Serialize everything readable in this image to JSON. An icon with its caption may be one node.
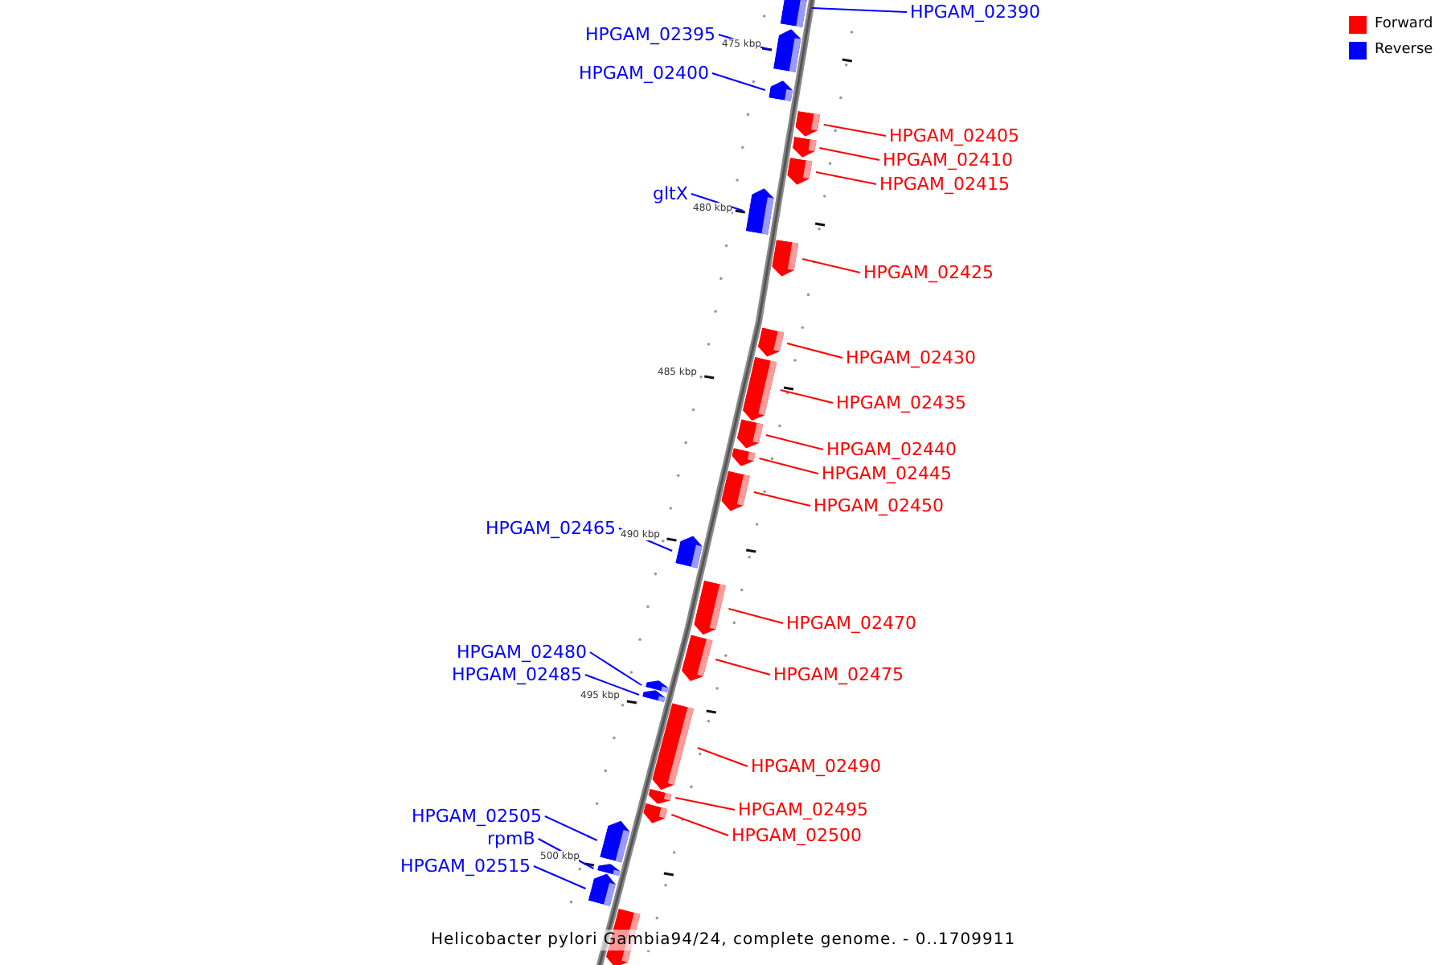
{
  "diagram": {
    "caption": "Helicobacter pylori Gambia94/24, complete genome. - 0..1709911",
    "nodes": [
      {
        "text": [
          "HPGAM_02390"
        ]
      },
      {
        "text": [],
        "shape": "bar"
      },
      {
        "text": [
          "HPGAM_02395"
        ]
      },
      {
        "text": [],
        "shape": "bar"
      },
      {
        "text": [
          "HPGAM_02400"
        ]
      },
      {
        "text": [],
        "shape": "bar"
      },
      {
        "text": [
          "HPGAM_02405"
        ]
      },
      {
        "text": [],
        "shape": "bar"
      },
      {
        "text": [
          "HPGAM_02410"
        ]
      },
      {
        "text": [],
        "shape": "bar"
      },
      {
        "text": [
          "HPGAM_02415"
        ]
      },
      {
        "text": [],
        "shape": "bar"
      },
      {
        "text": [
          "gltX"
        ]
      },
      {
        "text": [],
        "shape": "bar"
      },
      {
        "text": [
          "HPGAM_02425"
        ]
      },
      {
        "text": [],
        "shape": "bar"
      },
      {
        "text": [
          "HPGAM_02430"
        ]
      },
      {
        "text": [],
        "shape": "bar"
      },
      {
        "text": [
          "HPGAM_02435"
        ]
      },
      {
        "text": [],
        "shape": "bar"
      },
      {
        "text": [
          "HPGAM_02440"
        ]
      },
      {
        "text": [],
        "shape": "bar"
      },
      {
        "text": [
          "HPGAM_02445"
        ]
      },
      {
        "text": [],
        "shape": "bar"
      },
      {
        "text": [
          "HPGAM_02450"
        ]
      },
      {
        "text": [],
        "shape": "bar"
      },
      {
        "text": [
          "HPGAM_02465"
        ]
      },
      {
        "text": [],
        "shape": "bar"
      },
      {
        "text": [
          "HPGAM_02470"
        ]
      },
      {
        "text": [],
        "shape": "bar"
      },
      {
        "text": [
          "HPGAM_02475"
        ]
      },
      {
        "text": [],
        "shape": "bar"
      },
      {
        "text": [
          "HPGAM_02480"
        ]
      },
      {
        "text": [],
        "shape": "bar"
      },
      {
        "text": [
          "HPGAM_02485"
        ]
      },
      {
        "text": [],
        "shape": "bar"
      },
      {
        "text": [
          "HPGAM_02490"
        ]
      },
      {
        "text": [],
        "shape": "bar"
      },
      {
        "text": [
          "HPGAM_02495"
        ]
      },
      {
        "text": [],
        "shape": "bar"
      },
      {
        "text": [
          "HPGAM_02500"
        ]
      },
      {
        "text": [],
        "shape": "bar"
      },
      {
        "text": [
          "HPGAM_02505"
        ]
      },
      {
        "text": [],
        "shape": "bar"
      },
      {
        "text": [
          "rpmB"
        ]
      },
      {
        "text": [],
        "shape": "bar"
      },
      {
        "text": [
          "HPGAM_02515"
        ]
      },
      {
        "text": [],
        "shape": "bar"
      },
      {
        "text": [],
        "shape": "bar"
      }
    ],
    "edges": [
      {
        "from": 0,
        "to": 1,
        "arrow": "none",
        "color": "#0000ff"
      },
      {
        "from": 2,
        "to": 3,
        "arrow": "none",
        "color": "#0000ff"
      },
      {
        "from": 4,
        "to": 5,
        "arrow": "none",
        "color": "#0000ff"
      },
      {
        "from": 6,
        "to": 7,
        "arrow": "none"
      },
      {
        "from": 8,
        "to": 9,
        "arrow": "none"
      },
      {
        "from": 10,
        "to": 11,
        "arrow": "none"
      },
      {
        "from": 12,
        "to": 13,
        "arrow": "none",
        "color": "#0000ff"
      },
      {
        "from": 14,
        "to": 15,
        "arrow": "none"
      },
      {
        "from": 16,
        "to": 17,
        "arrow": "none"
      },
      {
        "from": 18,
        "to": 19,
        "arrow": "none"
      },
      {
        "from": 20,
        "to": 21,
        "arrow": "none"
      },
      {
        "from": 22,
        "to": 23,
        "arrow": "none"
      },
      {
        "from": 24,
        "to": 25,
        "arrow": "none"
      },
      {
        "from": 26,
        "to": 27,
        "arrow": "none",
        "color": "#0000ff"
      },
      {
        "from": 28,
        "to": 29,
        "arrow": "none"
      },
      {
        "from": 30,
        "to": 31,
        "arrow": "none"
      },
      {
        "from": 32,
        "to": 33,
        "arrow": "none",
        "color": "#0000ff"
      },
      {
        "from": 34,
        "to": 35,
        "arrow": "none",
        "color": "#0000ff"
      },
      {
        "from": 36,
        "to": 37,
        "arrow": "none"
      },
      {
        "from": 38,
        "to": 39,
        "arrow": "none"
      },
      {
        "from": 40,
        "to": 41,
        "arrow": "none"
      },
      {
        "from": 42,
        "to": 43,
        "arrow": "none",
        "color": "#0000ff"
      },
      {
        "from": 44,
        "to": 45,
        "arrow": "none",
        "color": "#0000ff"
      },
      {
        "from": 46,
        "to": 47,
        "arrow": "none",
        "color": "#0000ff"
      }
    ],
    "labels": [
      "475 kbp",
      "480 kbp",
      "485 kbp",
      "490 kbp",
      "495 kbp",
      "500 kbp"
    ],
    "legend": [
      {
        "text": "Forward",
        "color": "#ff0000"
      },
      {
        "text": "Reverse",
        "color": "#0000ff"
      }
    ]
  }
}
